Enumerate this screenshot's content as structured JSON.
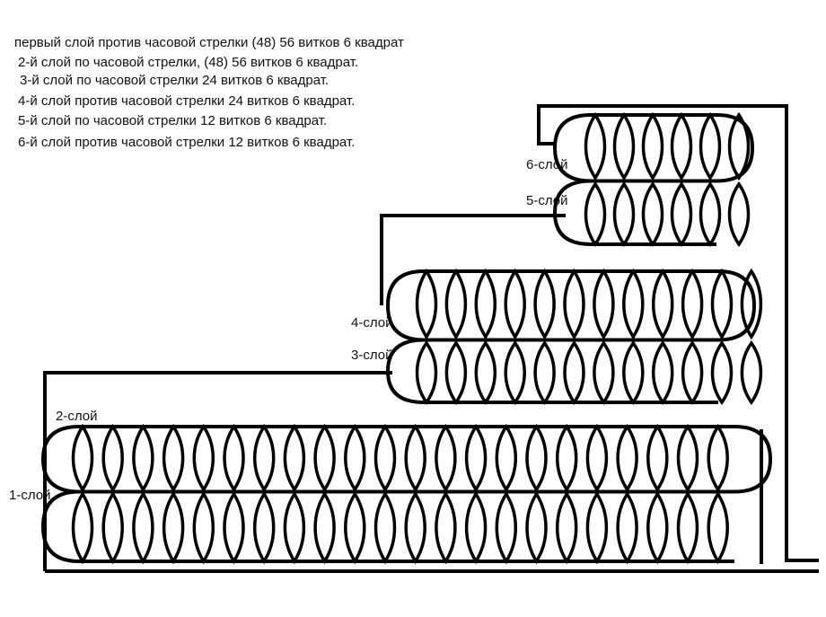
{
  "notes": [
    "первый слой против часовой стрелки  (48) 56 витков 6 квадрат",
    "2-й слой по часовой стрелки, (48) 56 витков 6 квадрат.",
    "3-й слой по часовой стрелки 24 витков 6 квадрат.",
    "4-й слой против часовой стрелки 24 витков 6 квадрат.",
    "5-й слой по часовой стрелки 12 витков 6 квадрат.",
    "6-й слой против часовой стрелки 12 витков 6 квадрат."
  ],
  "layers": [
    {
      "label": "1-слой"
    },
    {
      "label": "2-слой"
    },
    {
      "label": "3-слой"
    },
    {
      "label": "4-слой"
    },
    {
      "label": "5-слой"
    },
    {
      "label": "6-слой"
    }
  ]
}
